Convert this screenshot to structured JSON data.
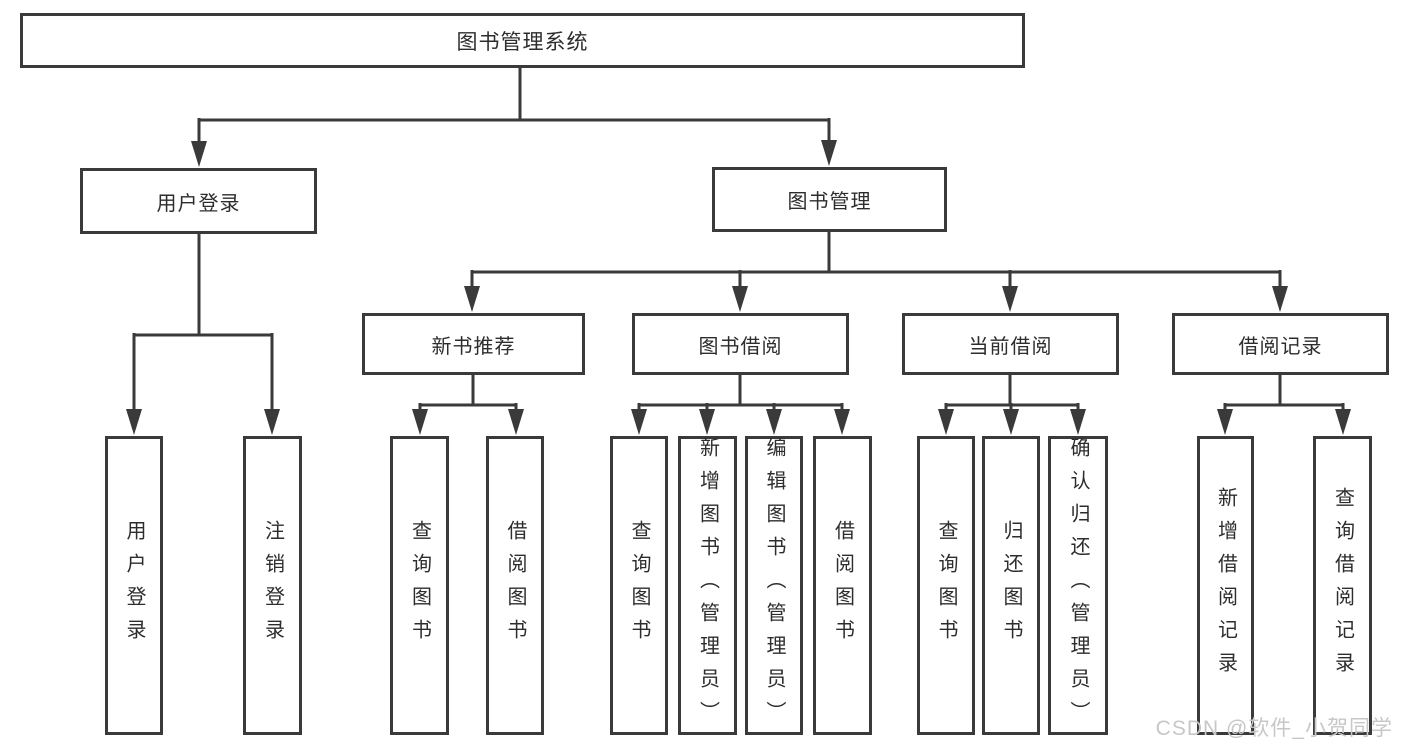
{
  "diagram": {
    "title": "图书管理系统",
    "root": {
      "label": "图书管理系统"
    },
    "level2": {
      "user_login": {
        "label": "用户登录"
      },
      "book_management": {
        "label": "图书管理"
      }
    },
    "level3": {
      "new_book_recommend": {
        "label": "新书推荐"
      },
      "book_borrow": {
        "label": "图书借阅"
      },
      "current_borrow": {
        "label": "当前借阅"
      },
      "borrow_records": {
        "label": "借阅记录"
      }
    },
    "leaves": {
      "login": {
        "label": "用户登录"
      },
      "logout": {
        "label": "注销登录"
      },
      "recommend_query_book": {
        "label": "查询图书"
      },
      "recommend_borrow_book": {
        "label": "借阅图书"
      },
      "borrow_query_book": {
        "label": "查询图书"
      },
      "borrow_add_book": {
        "label": "新增图书（管理员）"
      },
      "borrow_edit_book": {
        "label": "编辑图书（管理员）"
      },
      "borrow_borrow_book": {
        "label": "借阅图书"
      },
      "current_query_book": {
        "label": "查询图书"
      },
      "current_return_book": {
        "label": "归还图书"
      },
      "current_confirm_return": {
        "label": "确认归还（管理员）"
      },
      "records_add_record": {
        "label": "新增借阅记录"
      },
      "records_query_record": {
        "label": "查询借阅记录"
      }
    }
  },
  "watermark": "CSDN @软件_小贺同学",
  "colors": {
    "line": "#3a3a3a",
    "box_border": "#3a3a3a",
    "text": "#2d2d2d",
    "watermark": "#c7c7c7",
    "background": "#ffffff"
  }
}
